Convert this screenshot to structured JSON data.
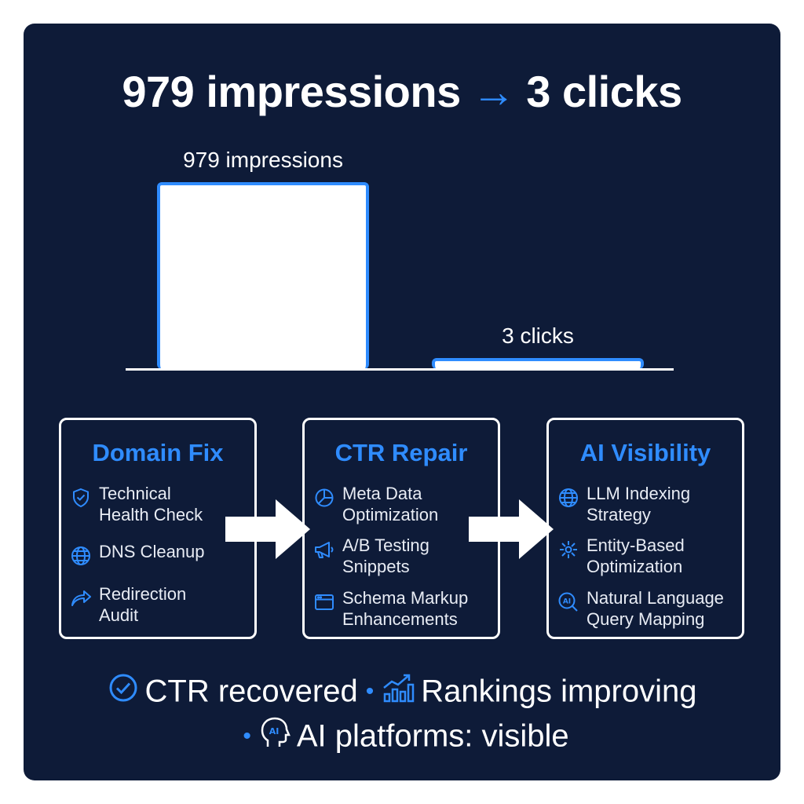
{
  "headline": {
    "left": "979 impressions",
    "arrow": "→",
    "right": "3 clicks"
  },
  "chart_data": {
    "type": "bar",
    "categories": [
      "979 impressions",
      "3 clicks"
    ],
    "values": [
      979,
      3
    ],
    "title": "979 impressions → 3 clicks"
  },
  "cards": [
    {
      "title": "Domain Fix",
      "items": [
        {
          "icon": "shield-check-icon",
          "text": "Technical\nHealth Check"
        },
        {
          "icon": "globe-icon",
          "text": "DNS Cleanup"
        },
        {
          "icon": "redirect-arrow-icon",
          "text": "Redirection\nAudit"
        }
      ]
    },
    {
      "title": "CTR Repair",
      "items": [
        {
          "icon": "pie-chart-icon",
          "text": "Meta Data\nOptimization"
        },
        {
          "icon": "megaphone-icon",
          "text": "A/B Testing\nSnippets"
        },
        {
          "icon": "browser-window-icon",
          "text": "Schema Markup\nEnhancements"
        }
      ]
    },
    {
      "title": "AI Visibility",
      "items": [
        {
          "icon": "globe-icon",
          "text": "LLM Indexing\nStrategy"
        },
        {
          "icon": "network-node-icon",
          "text": "Entity-Based\nOptimization"
        },
        {
          "icon": "ai-search-icon",
          "text": "Natural Language\nQuery Mapping"
        }
      ]
    }
  ],
  "footer": {
    "item1": "CTR recovered",
    "item2": "Rankings improving",
    "item3": "AI platforms: visible",
    "separator": "•"
  },
  "colors": {
    "background": "#0e1b38",
    "accent": "#2f8cff",
    "text": "#ffffff"
  }
}
